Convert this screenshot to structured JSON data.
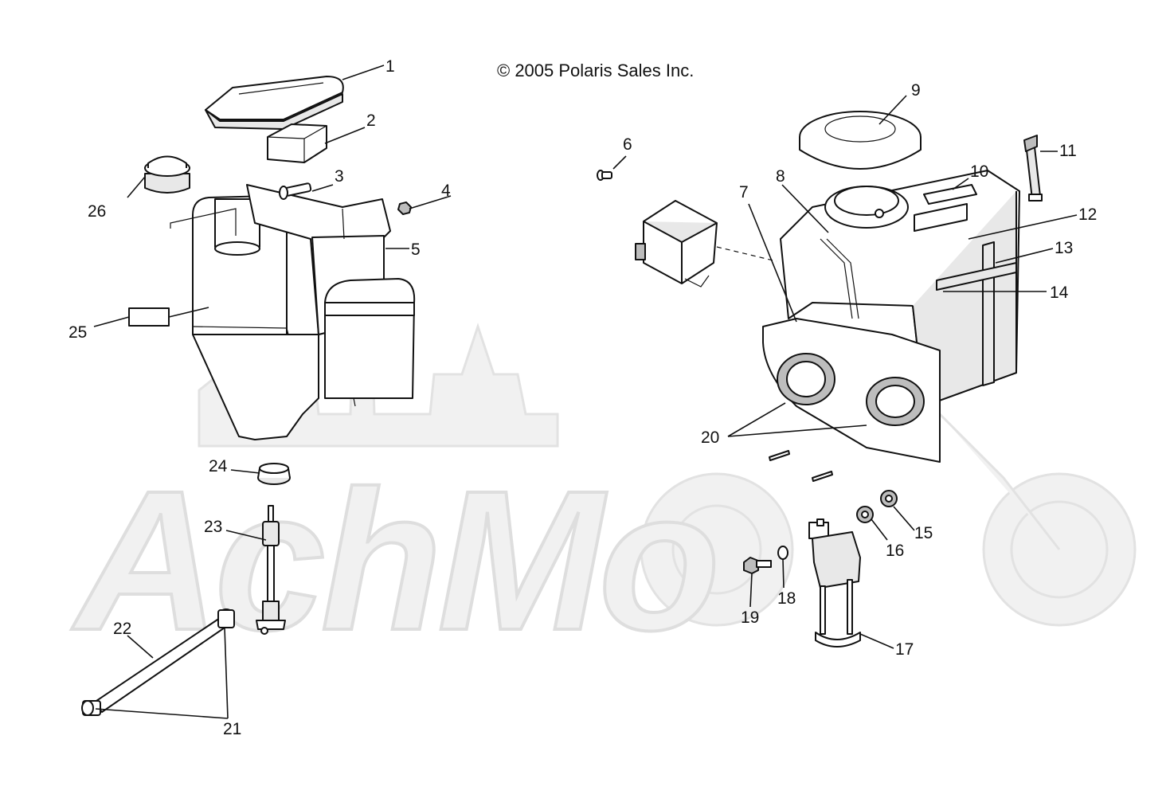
{
  "copyright": "© 2005 Polaris Sales Inc.",
  "watermark_text": "AchMo",
  "callouts": [
    {
      "id": "1",
      "label": "1"
    },
    {
      "id": "2",
      "label": "2"
    },
    {
      "id": "3",
      "label": "3"
    },
    {
      "id": "4",
      "label": "4"
    },
    {
      "id": "5",
      "label": "5"
    },
    {
      "id": "6",
      "label": "6"
    },
    {
      "id": "7",
      "label": "7"
    },
    {
      "id": "8",
      "label": "8"
    },
    {
      "id": "9",
      "label": "9"
    },
    {
      "id": "10",
      "label": "10"
    },
    {
      "id": "11",
      "label": "11"
    },
    {
      "id": "12",
      "label": "12"
    },
    {
      "id": "13",
      "label": "13"
    },
    {
      "id": "14",
      "label": "14"
    },
    {
      "id": "15",
      "label": "15"
    },
    {
      "id": "16",
      "label": "16"
    },
    {
      "id": "17",
      "label": "17"
    },
    {
      "id": "18",
      "label": "18"
    },
    {
      "id": "19",
      "label": "19"
    },
    {
      "id": "20",
      "label": "20"
    },
    {
      "id": "21",
      "label": "21"
    },
    {
      "id": "22",
      "label": "22"
    },
    {
      "id": "23",
      "label": "23"
    },
    {
      "id": "24",
      "label": "24"
    },
    {
      "id": "25",
      "label": "25"
    },
    {
      "id": "26",
      "label": "26"
    }
  ],
  "icons": {
    "tank": "oil-tank-icon",
    "airbox": "airbox-icon",
    "cdi": "cdi-module-icon",
    "coil": "ignition-coil-icon"
  }
}
